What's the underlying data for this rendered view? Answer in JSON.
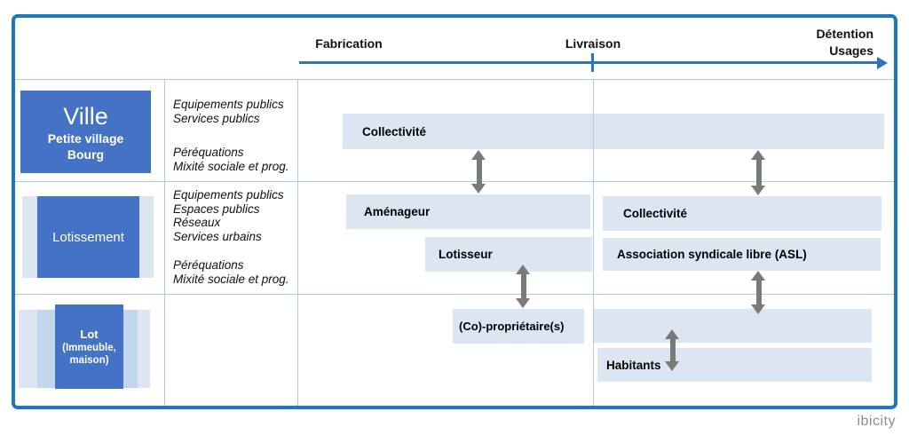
{
  "header": {
    "fabrication": "Fabrication",
    "livraison": "Livraison",
    "detention": "Détention",
    "usages": "Usages"
  },
  "rows": [
    {
      "scale_title": "Ville",
      "scale_sub1": "Petite village",
      "scale_sub2": "Bourg",
      "themes_top": [
        "Equipements publics",
        "Services publics"
      ],
      "themes_bottom": [
        "Péréquations",
        "Mixité sociale et prog."
      ],
      "actors": {
        "collectivite": "Collectivité"
      }
    },
    {
      "scale_title": "Lotissement",
      "themes_top": [
        "Equipements publics",
        "Espaces publics",
        "Réseaux",
        "Services urbains"
      ],
      "themes_bottom": [
        "Péréquations",
        "Mixité sociale et prog."
      ],
      "actors": {
        "amenageur": "Aménageur",
        "lotisseur": "Lotisseur",
        "collectivite": "Collectivité",
        "asl": "Association syndicale libre (ASL)"
      }
    },
    {
      "scale_title": "Lot",
      "scale_sub1": "(Immeuble,",
      "scale_sub2": "maison)",
      "actors": {
        "coproprietaires": "(Co)-propriétaire(s)",
        "habitants": "Habitants"
      }
    }
  ],
  "footer": {
    "brand": "ibicity"
  },
  "colors": {
    "accent_blue": "#4472c4",
    "band_light": "#dce6f2",
    "band_medium": "#c3d6ec",
    "frame_blue": "#1d76be",
    "timeline_blue": "#2e75b6",
    "arrow_gray": "#7a7a7a",
    "grid_line": "#adc9e3"
  }
}
